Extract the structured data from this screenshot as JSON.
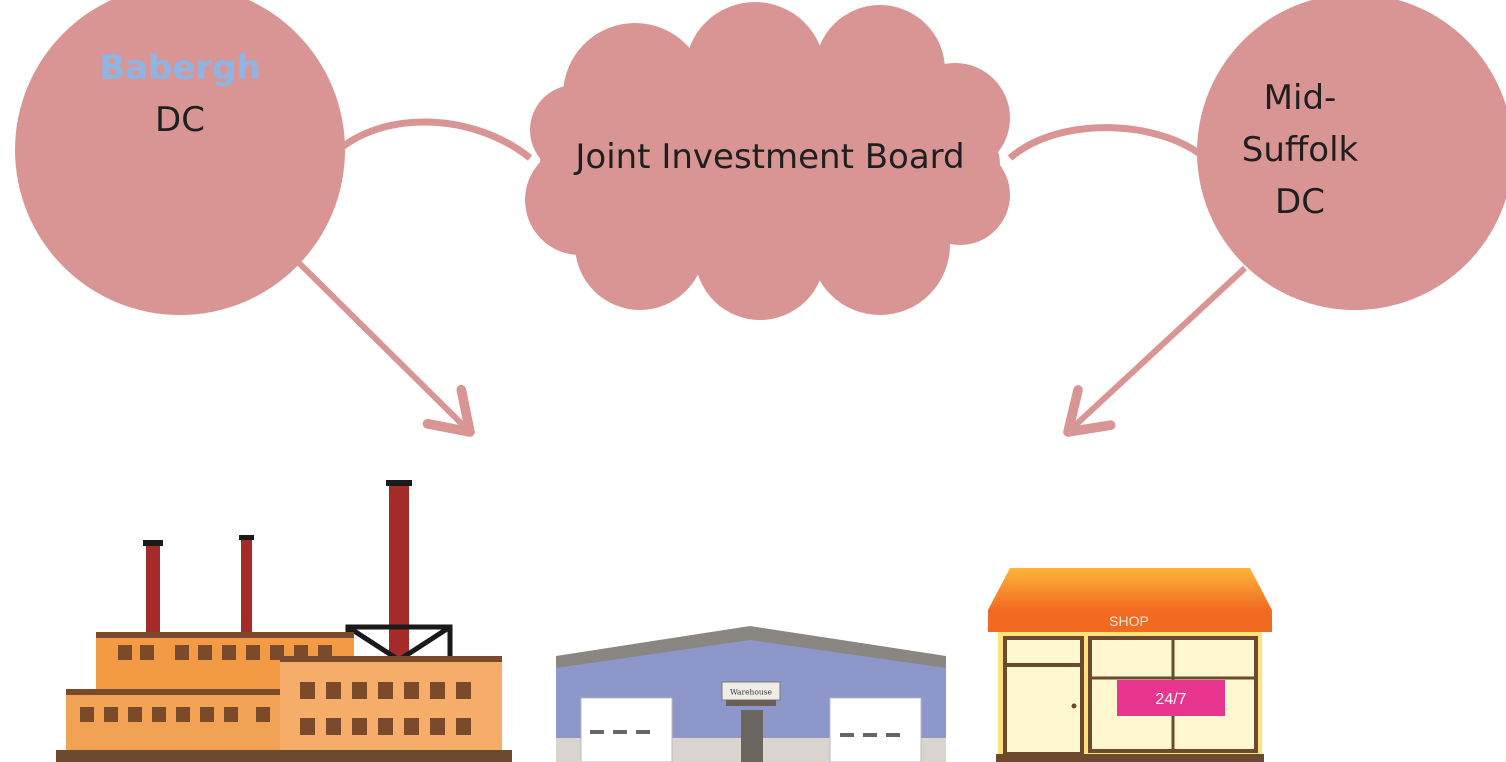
{
  "nodes": {
    "babergh": {
      "line1": "Babergh",
      "line2": "DC",
      "line1_color": "#8EB4E3"
    },
    "board": {
      "label": "Joint Investment Board"
    },
    "mid_suffolk": {
      "line1": "Mid-",
      "line2": "Suffolk",
      "line3": "DC"
    }
  },
  "buildings": {
    "warehouse_sign": "Warehouse",
    "shop_sign": "SHOP",
    "shop_hours": "24/7"
  },
  "colors": {
    "node_fill": "#D99594",
    "connector": "#D99594",
    "arrow": "#D99594"
  }
}
